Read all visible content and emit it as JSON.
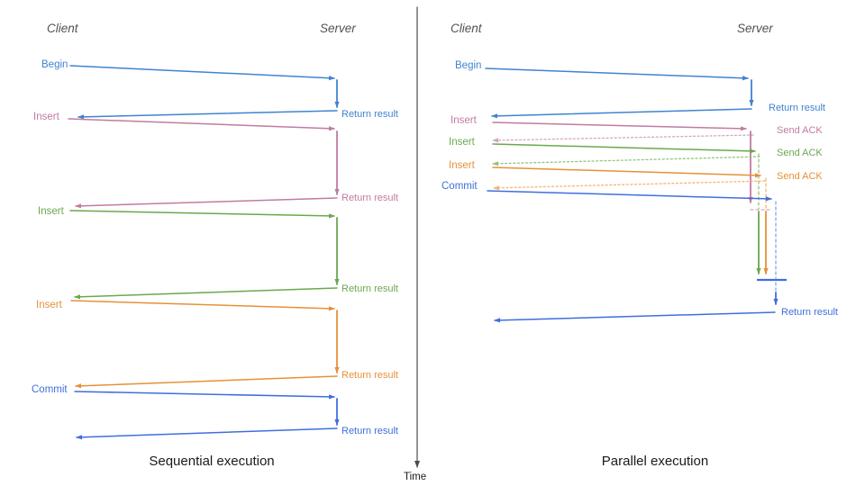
{
  "colors": {
    "blue": "#4183cf",
    "blue2": "#3f6fdd",
    "bluel": "#7fa8ea",
    "pink": "#c27ba0",
    "pinkl": "#d5a6bd",
    "green": "#6aa84f",
    "greenl": "#93c47d",
    "orange": "#e69138",
    "orangel": "#f3b670",
    "axis": "#4d4d4d",
    "header": "#515151",
    "caption": "#1a1a1a"
  },
  "panels": [
    {
      "caption": "Sequential execution",
      "client_header": "Client",
      "server_header": "Server",
      "messages": [
        {
          "request": "Begin",
          "response": "Return result"
        },
        {
          "request": "Insert",
          "response": "Return result"
        },
        {
          "request": "Insert",
          "response": "Return result"
        },
        {
          "request": "Insert",
          "response": "Return result"
        },
        {
          "request": "Commit",
          "response": "Return result"
        }
      ]
    },
    {
      "caption": "Parallel execution",
      "client_header": "Client",
      "server_header": "Server",
      "messages": [
        {
          "request": "Begin",
          "response": "Return result"
        },
        {
          "request": "Insert",
          "response": "Send ACK"
        },
        {
          "request": "Insert",
          "response": "Send ACK"
        },
        {
          "request": "Insert",
          "response": "Send ACK"
        },
        {
          "request": "Commit",
          "response": "Return result"
        }
      ],
      "final_response": "Return result"
    }
  ],
  "time_axis": {
    "label": "Time"
  }
}
